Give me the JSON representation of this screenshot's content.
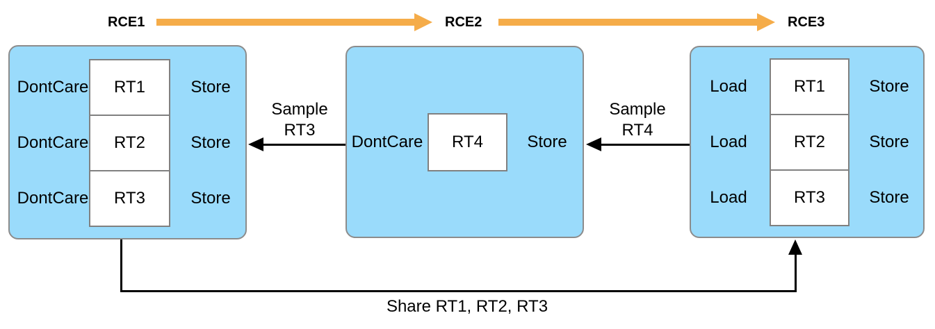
{
  "header": {
    "rce1": "RCE1",
    "rce2": "RCE2",
    "rce3": "RCE3"
  },
  "encoders": {
    "rce1": {
      "rows": [
        {
          "load": "DontCare",
          "target": "RT1",
          "store": "Store"
        },
        {
          "load": "DontCare",
          "target": "RT2",
          "store": "Store"
        },
        {
          "load": "DontCare",
          "target": "RT3",
          "store": "Store"
        }
      ]
    },
    "rce2": {
      "rows": [
        {
          "load": "DontCare",
          "target": "RT4",
          "store": "Store"
        }
      ]
    },
    "rce3": {
      "rows": [
        {
          "load": "Load",
          "target": "RT1",
          "store": "Store"
        },
        {
          "load": "Load",
          "target": "RT2",
          "store": "Store"
        },
        {
          "load": "Load",
          "target": "RT3",
          "store": "Store"
        }
      ]
    }
  },
  "arrows": {
    "sample_rt3": {
      "line1": "Sample",
      "line2": "RT3"
    },
    "sample_rt4": {
      "line1": "Sample",
      "line2": "RT4"
    },
    "share_label": "Share RT1, RT2, RT3"
  },
  "colors": {
    "block_fill": "#9ADBFB",
    "block_border": "#8C8C8C",
    "box_border": "#808080",
    "flow_arrow": "#F5AC49",
    "text": "#000000"
  }
}
